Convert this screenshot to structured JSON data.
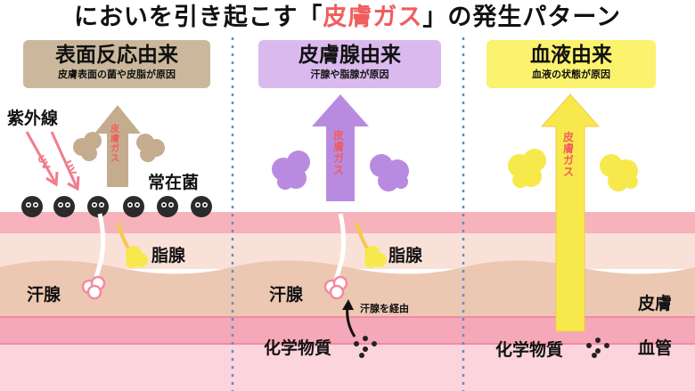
{
  "title": {
    "before": "においを引き起こす「",
    "highlight": "皮膚ガス",
    "after": "」の発生パターン"
  },
  "panels": [
    {
      "heading": "表面反応由来",
      "subheading": "皮膚表面の菌や皮脂が原因",
      "arrow_text": "皮膚ガス",
      "labels": {
        "uv_source": "紫外線",
        "uv_ray_1": "UV",
        "uv_ray_2": "UV",
        "bacteria": "常在菌",
        "sebaceous": "脂腺",
        "sweat": "汗腺"
      }
    },
    {
      "heading": "皮膚腺由来",
      "subheading": "汗腺や脂腺が原因",
      "arrow_text": "皮膚ガス",
      "labels": {
        "sebaceous": "脂腺",
        "sweat": "汗腺",
        "via_sweat": "汗腺を経由",
        "chemicals": "化学物質"
      }
    },
    {
      "heading": "血液由来",
      "subheading": "血液の状態が原因",
      "arrow_text": "皮膚ガス",
      "labels": {
        "skin": "皮膚",
        "chemicals": "化学物質",
        "vessel": "血管"
      }
    }
  ],
  "colors": {
    "highlight": "#f05d5d",
    "panel1_box": "#cbb89c",
    "panel2_box": "#d9b9ee",
    "panel3_box": "#fbf26e",
    "skin_top": "#f6b3bc",
    "skin_mid": "#fae1d8",
    "dermis": "#ecc7b2",
    "vessel": "#f5a8b8",
    "divider": "#5b8ed0",
    "gas_brown": "#c5ac8e",
    "gas_purple": "#b98be0",
    "gas_yellow": "#f7e94c"
  }
}
